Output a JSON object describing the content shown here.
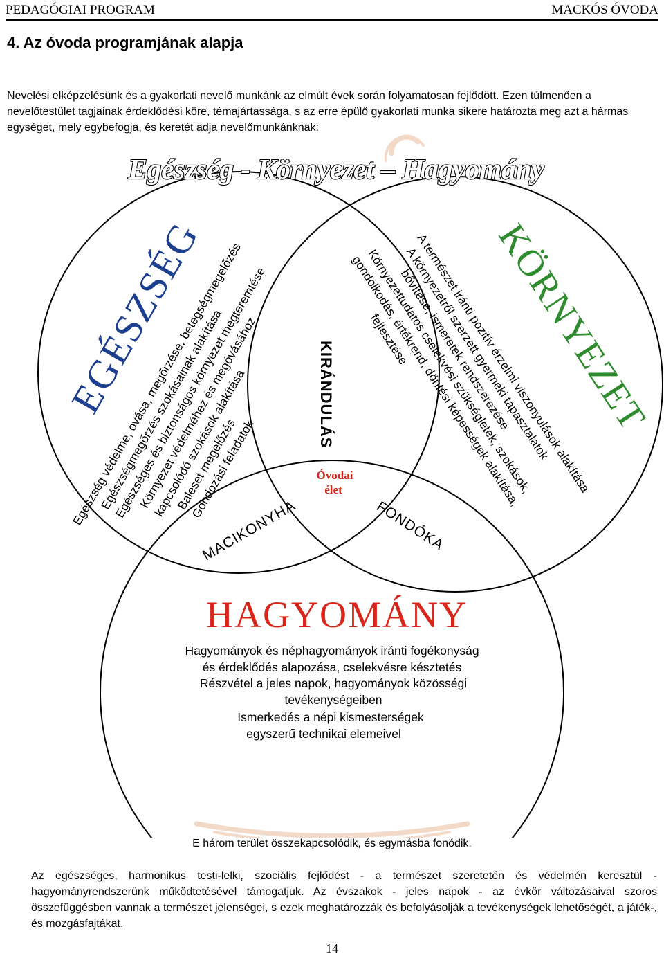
{
  "header": {
    "left": "PEDAGÓGIAI PROGRAM",
    "right": "MACKÓS ÓVODA"
  },
  "section_title": "4. Az óvoda programjának alapja",
  "intro": "Nevelési elképzelésünk és a gyakorlati nevelő munkánk az elmúlt évek során folyamatosan fejlődött. Ezen túlmenően a nevelőtestület tagjainak érdeklődési köre, témajártassága, s az erre épülő gyakorlati munka sikere határozta meg azt a hármas egységet, mely egybefogja, és keretét adja nevelőmunkánknak:",
  "diagram": {
    "headline": "Egészség - Környezet – Hagyomány",
    "egeszseg": {
      "title": "EGÉSZSÉG",
      "lines": [
        "Egészség védelme, óvása, megőrzése, betegségmegelőzés",
        "Egészségmegőrzés szokásainak alakítása",
        "Egészséges és biztonságos környezet megteremtése",
        "Környezet védelméhez és megóvásához",
        "kapcsolódó szokások alakítása",
        "Baleset megelőzés",
        "Gondozási feladatok"
      ]
    },
    "kornyezet": {
      "title": "KÖRNYEZET",
      "lines": [
        "A természet iránti pozitív érzelmi viszonyulások alakítása",
        "A környezetről szerzett gyermeki tapasztalatok",
        "bővítése, ismeretek rendszerezése",
        "Környezettudatos cselekvési szükségletek, szokások,",
        "gondolkodás, értékrend, döntési képességek alakítása,",
        "fejlesztése"
      ]
    },
    "hagyomany": {
      "title": "HAGYOMÁNY",
      "lines": [
        "Hagyományok és néphagyományok iránti fogékonyság",
        "és érdeklődés alapozása, cselekvésre késztetés",
        "Részvétel a jeles napok, hagyományok közösségi",
        "tevékenységeiben",
        "Ismerkedés a népi kismesterségek",
        "egyszerű technikai elemeivel"
      ]
    },
    "kirandulas": "KIRÁNDULÁS",
    "macikonyha": "MACIKONYHA",
    "fondoka": "FONDÓKA",
    "center_line1": "Óvodai",
    "center_line2": "élet",
    "colors": {
      "egeszseg": "#1d3f8f",
      "kornyezet": "#2e8b2e",
      "hagyomany": "#d8261a",
      "center": "#d8261a",
      "watermark": "#f3d9c8"
    }
  },
  "caption": "E három terület összekapcsolódik, és egymásba fonódik.",
  "paragraph": "Az egészséges, harmonikus testi-lelki, szociális fejlődést - a természet szeretetén és védelmén keresztül - hagyományrendszerünk működtetésével támogatjuk. Az évszakok - jeles napok - az évkör változásaival szoros összefüggésben vannak a természet jelenségei, s ezek meghatározzák és befolyásolják a tevékenységek lehetőségét, a játék-, és mozgásfajtákat.",
  "page_number": "14"
}
